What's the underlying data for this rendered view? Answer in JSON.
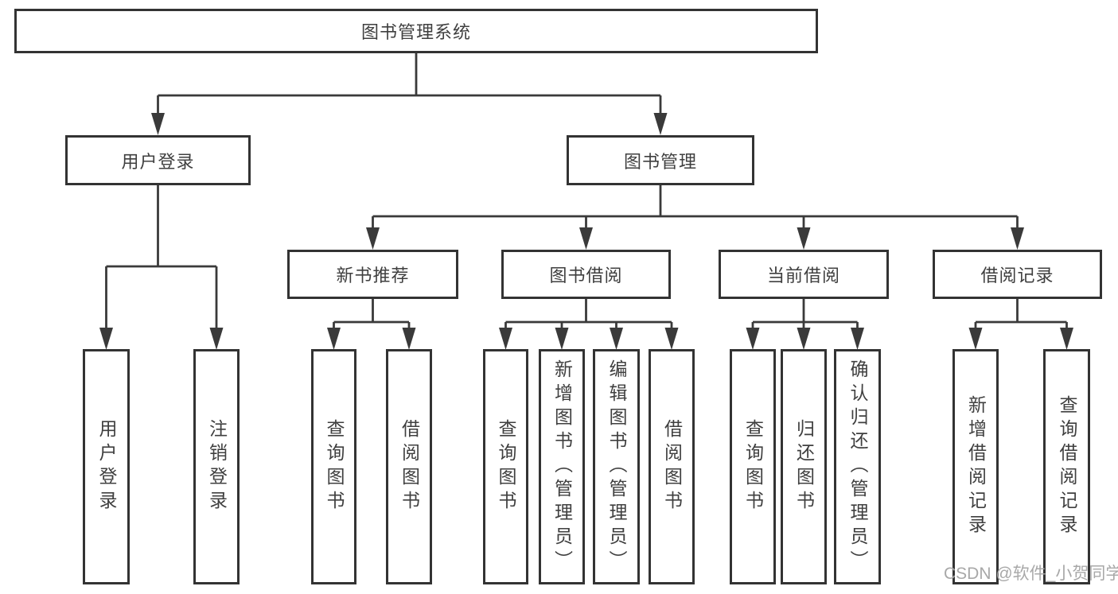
{
  "diagram": {
    "type": "tree",
    "root": {
      "label": "图书管理系统"
    },
    "level2": [
      {
        "label": "用户登录",
        "parent": "图书管理系统"
      },
      {
        "label": "图书管理",
        "parent": "图书管理系统"
      }
    ],
    "level3": [
      {
        "label": "新书推荐",
        "parent": "图书管理"
      },
      {
        "label": "图书借阅",
        "parent": "图书管理"
      },
      {
        "label": "当前借阅",
        "parent": "图书管理"
      },
      {
        "label": "借阅记录",
        "parent": "图书管理"
      }
    ],
    "leaves": [
      {
        "label": "用户登录",
        "parent": "用户登录"
      },
      {
        "label": "注销登录",
        "parent": "用户登录"
      },
      {
        "label": "查询图书",
        "parent": "新书推荐"
      },
      {
        "label": "借阅图书",
        "parent": "新书推荐"
      },
      {
        "label": "查询图书",
        "parent": "图书借阅"
      },
      {
        "label": "新增图书（管理员）",
        "parent": "图书借阅"
      },
      {
        "label": "编辑图书（管理员）",
        "parent": "图书借阅"
      },
      {
        "label": "借阅图书",
        "parent": "图书借阅"
      },
      {
        "label": "查询图书",
        "parent": "当前借阅"
      },
      {
        "label": "归还图书",
        "parent": "当前借阅"
      },
      {
        "label": "确认归还（管理员）",
        "parent": "当前借阅"
      },
      {
        "label": "新增借阅记录",
        "parent": "借阅记录"
      },
      {
        "label": "查询借阅记录",
        "parent": "借阅记录"
      }
    ]
  },
  "watermark": {
    "text": "CSDN @软件_小贺同学"
  },
  "colors": {
    "line": "#3a3a3a",
    "box_border": "#333333",
    "text": "#3f3f3f",
    "watermark": "#a8a8a8",
    "background": "#ffffff"
  }
}
